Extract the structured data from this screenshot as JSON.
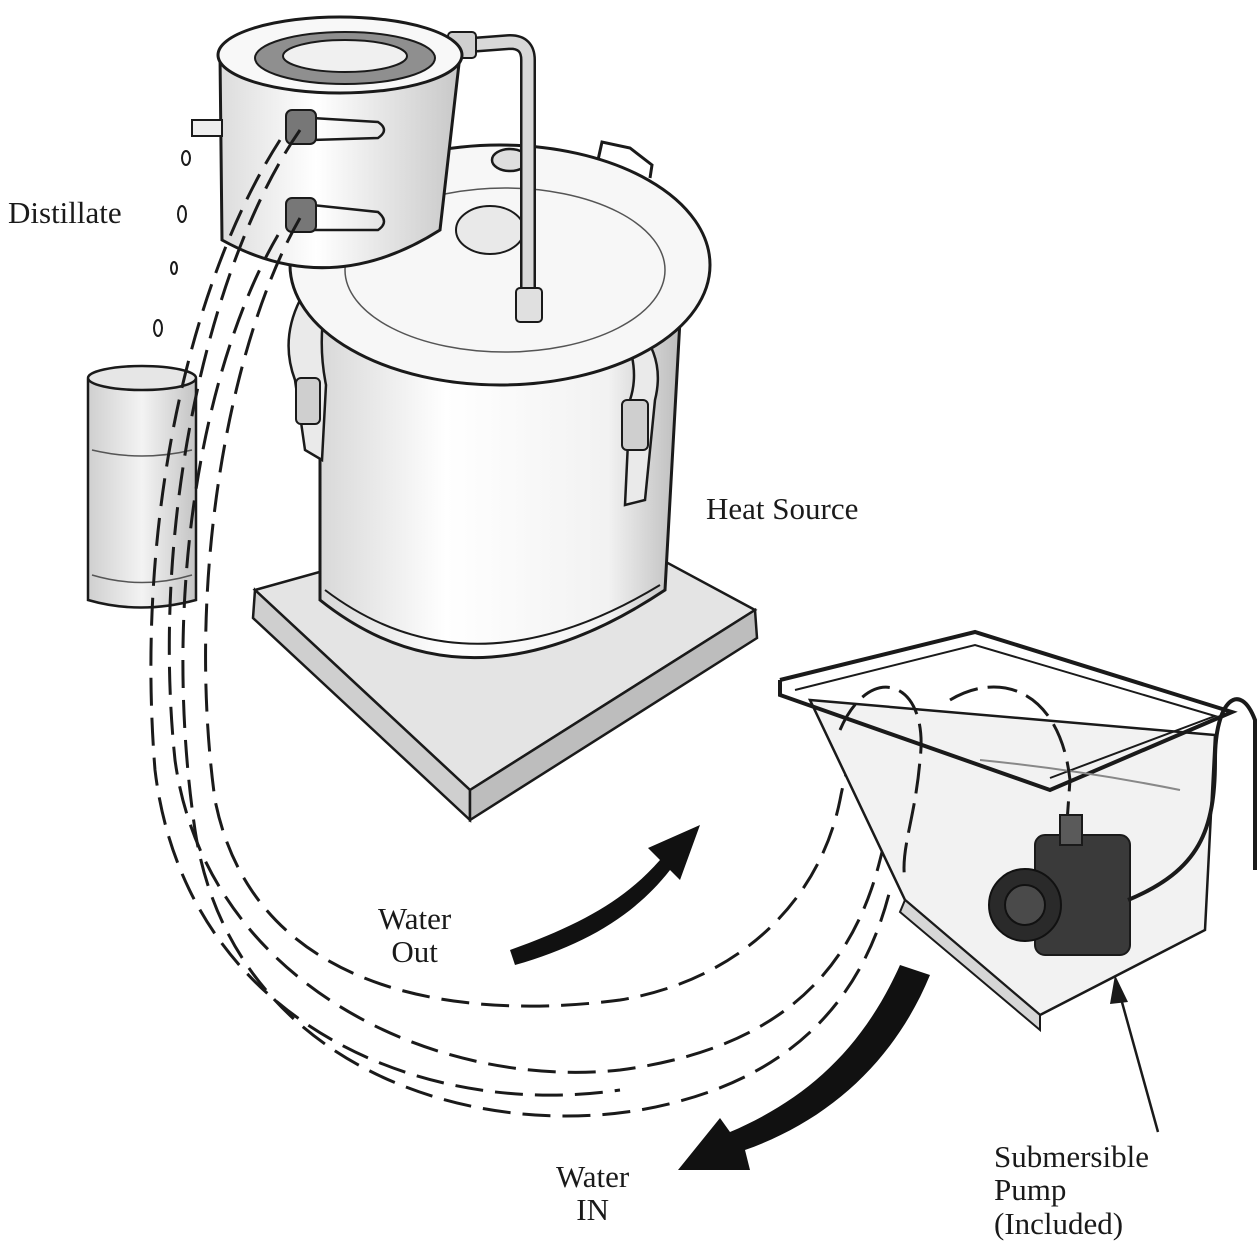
{
  "labels": {
    "distillate": "Distillate",
    "heat_source": "Heat Source",
    "water_out": [
      "Water",
      "Out"
    ],
    "water_in": [
      "Water",
      "IN"
    ],
    "pump": [
      "Submersible",
      "Pump",
      "(Included)"
    ]
  },
  "colors": {
    "ink": "#1a1a1a",
    "metal_light": "#f4f4f4",
    "metal_shade": "#cfcfcf",
    "base_gray": "#d9d9d9",
    "pump_body": "#333333",
    "arrow": "#111111"
  }
}
